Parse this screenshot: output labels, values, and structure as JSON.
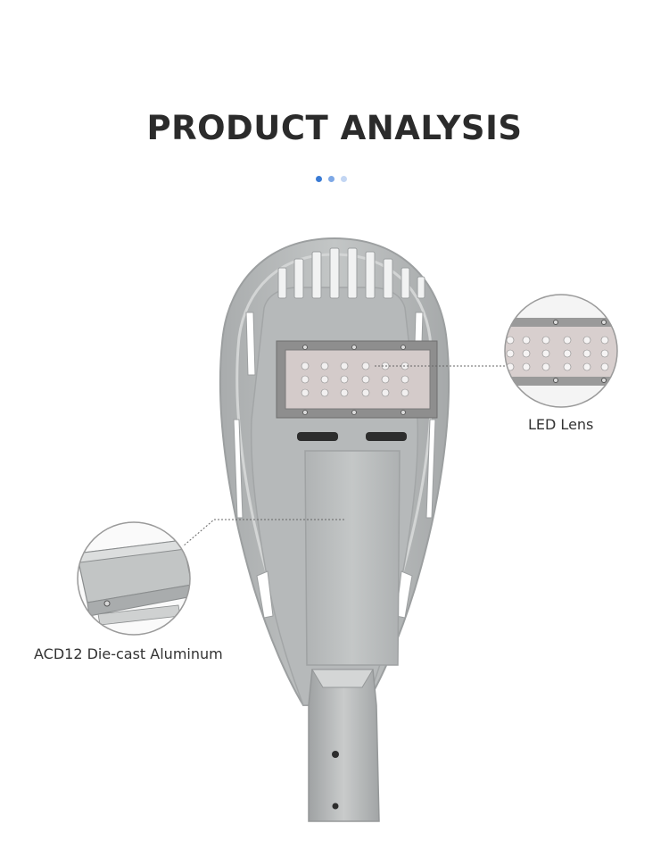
{
  "title": "PRODUCT ANALYSIS",
  "colors": {
    "dot_1": "#3a7bd5",
    "dot_2": "#7ea8e6",
    "dot_3": "#c3d6f3",
    "body": "#b9bcbc",
    "body_dark": "#9ea1a2",
    "lens_frame": "#8f8f8f",
    "led_module": "#d8ccca"
  },
  "callouts": {
    "led_lens": "LED Lens",
    "aluminum": "ACD12 Die-cast Aluminum"
  }
}
